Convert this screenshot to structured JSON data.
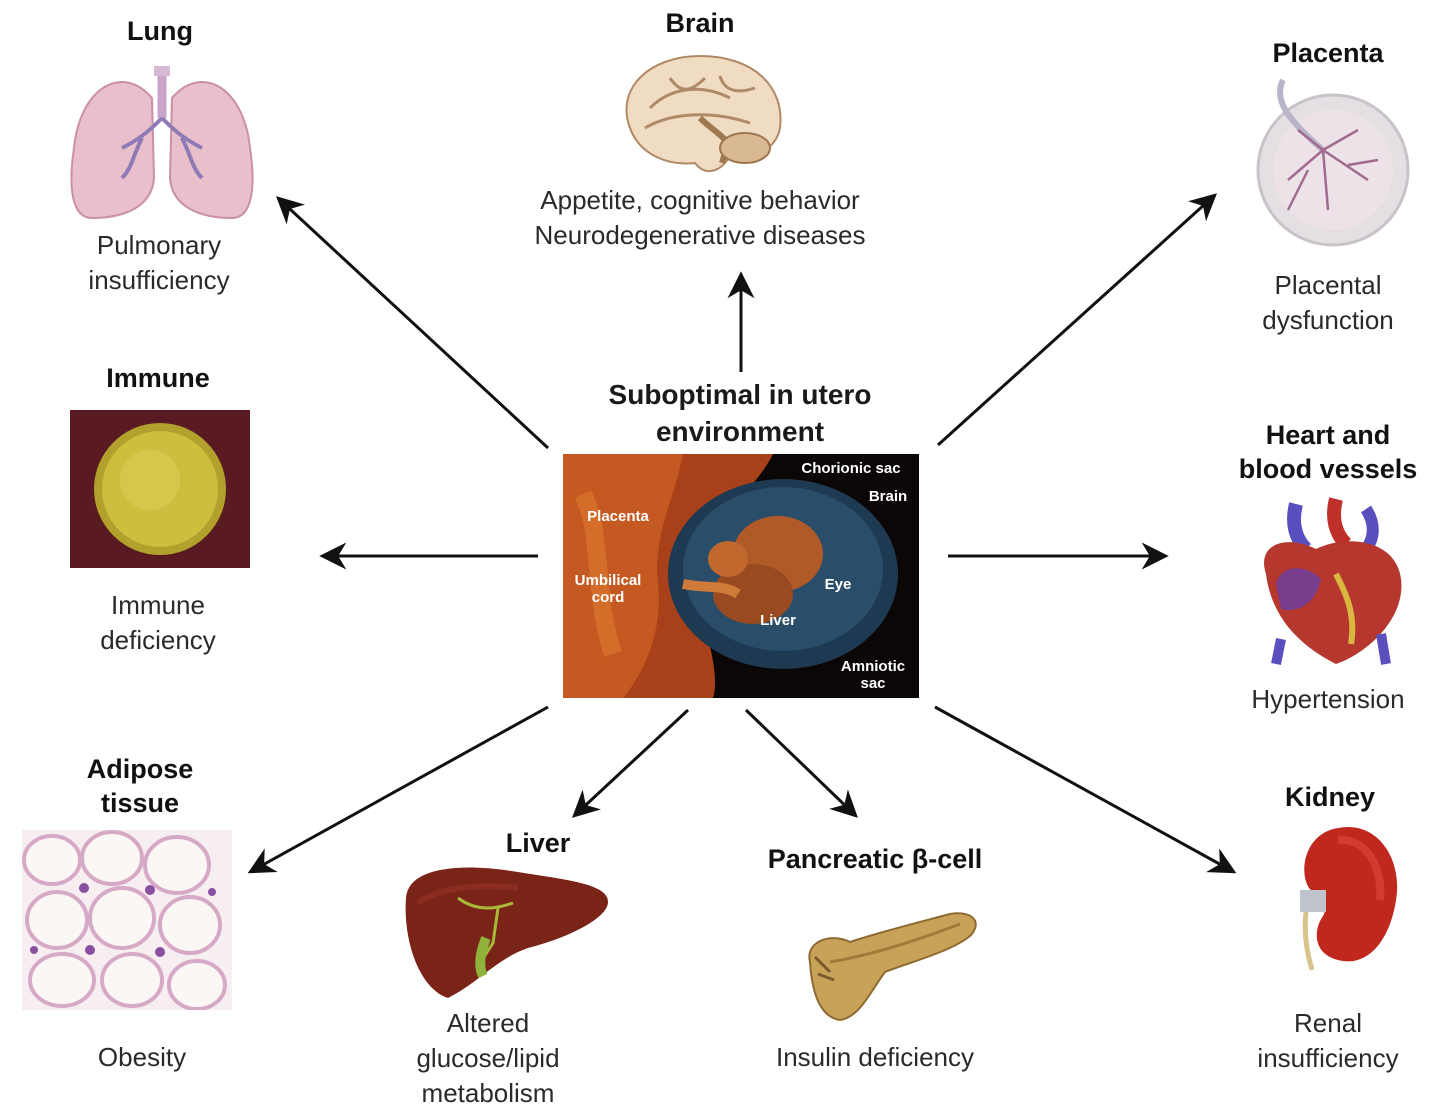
{
  "center": {
    "title_line1": "Suboptimal in utero",
    "title_line2": "environment",
    "photo_labels": {
      "chorionic_sac": "Chorionic sac",
      "brain": "Brain",
      "placenta": "Placenta",
      "umbilical_cord": "Umbilical cord",
      "eye": "Eye",
      "liver": "Liver",
      "amniotic_sac": "Amniotic sac"
    }
  },
  "organs": {
    "lung": {
      "title": "Lung",
      "desc_line1": "Pulmonary",
      "desc_line2": "insufficiency"
    },
    "brain": {
      "title": "Brain",
      "desc_line1": "Appetite, cognitive behavior",
      "desc_line2": "Neurodegenerative diseases"
    },
    "placenta": {
      "title": "Placenta",
      "desc_line1": "Placental",
      "desc_line2": "dysfunction"
    },
    "immune": {
      "title": "Immune",
      "desc_line1": "Immune",
      "desc_line2": "deficiency"
    },
    "heart": {
      "title_line1": "Heart and",
      "title_line2": "blood vessels",
      "desc": "Hypertension"
    },
    "adipose": {
      "title_line1": "Adipose",
      "title_line2": "tissue",
      "desc": "Obesity"
    },
    "liver": {
      "title": "Liver",
      "desc_line1": "Altered",
      "desc_line2": "glucose/lipid",
      "desc_line3": "metabolism"
    },
    "pancreas": {
      "title": "Pancreatic β-cell",
      "desc": "Insulin deficiency"
    },
    "kidney": {
      "title": "Kidney",
      "desc_line1": "Renal",
      "desc_line2": "insufficiency"
    }
  }
}
